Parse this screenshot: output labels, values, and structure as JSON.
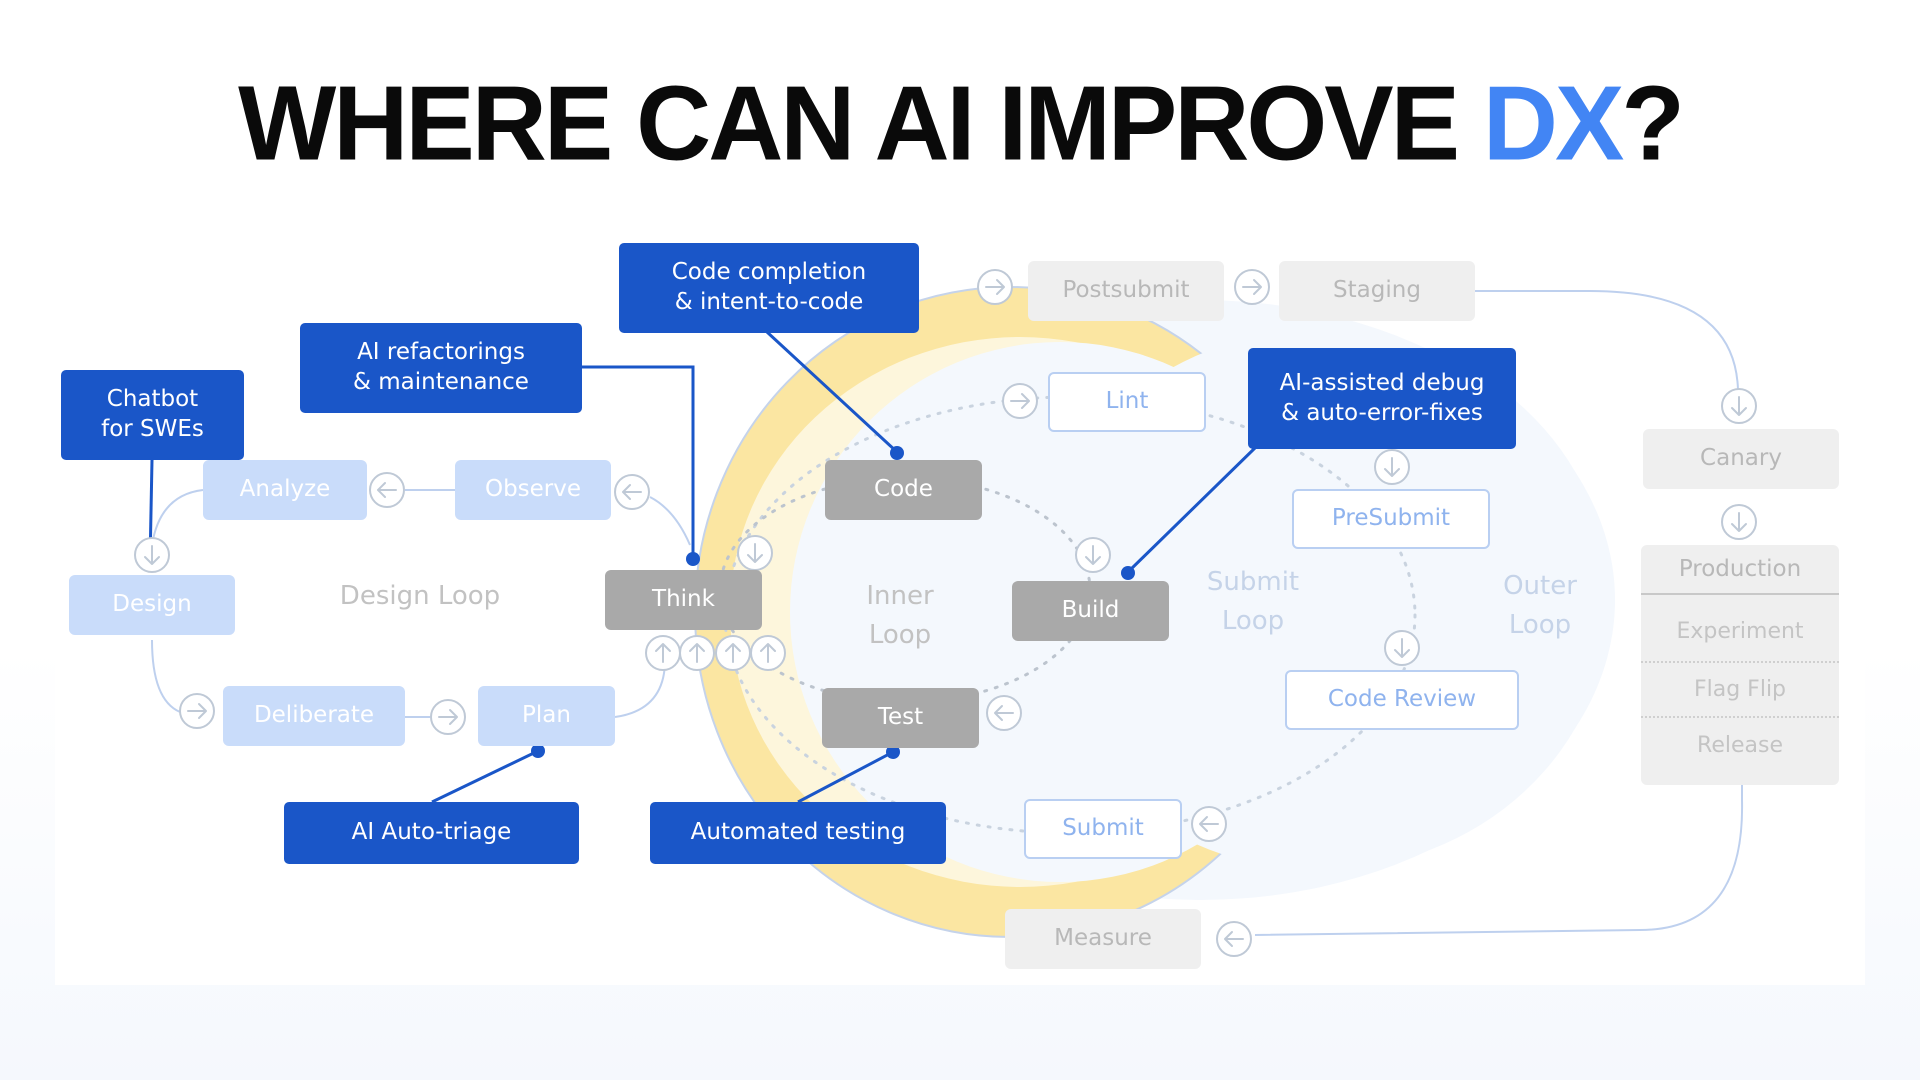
{
  "title": {
    "main": "WHERE CAN AI IMPROVE ",
    "accent": "DX",
    "end": "?"
  },
  "design_loop": {
    "label": "Design Loop",
    "nodes": {
      "analyze": "Analyze",
      "observe": "Observe",
      "design": "Design",
      "deliberate": "Deliberate",
      "plan": "Plan"
    }
  },
  "inner_loop": {
    "label_line1": "Inner",
    "label_line2": "Loop",
    "nodes": {
      "think": "Think",
      "code": "Code",
      "build": "Build",
      "test": "Test"
    }
  },
  "submit_loop": {
    "label_line1": "Submit",
    "label_line2": "Loop",
    "nodes": {
      "lint": "Lint",
      "presubmit": "PreSubmit",
      "code_review": "Code Review",
      "submit": "Submit"
    }
  },
  "outer_loop": {
    "label_line1": "Outer",
    "label_line2": "Loop",
    "nodes": {
      "postsubmit": "Postsubmit",
      "staging": "Staging",
      "canary": "Canary",
      "measure": "Measure"
    },
    "production": {
      "header": "Production",
      "items": [
        "Experiment",
        "Flag Flip",
        "Release"
      ]
    }
  },
  "callouts": {
    "chatbot": {
      "line1": "Chatbot",
      "line2": "for SWEs"
    },
    "refactor": {
      "line1": "AI refactorings",
      "line2": "& maintenance"
    },
    "completion": {
      "line1": "Code completion",
      "line2": "& intent-to-code"
    },
    "debug": {
      "line1": "AI-assisted debug",
      "line2": "& auto-error-fixes"
    },
    "triage": "AI Auto-triage",
    "testing": "Automated testing"
  },
  "colors": {
    "accent": "#4285f4",
    "callout": "#1a56c8",
    "inner_node": "#a9a9a9",
    "design_node": "#c9dcfa",
    "outer_node": "#efefef",
    "inner_ring": "#fbe6a2"
  }
}
